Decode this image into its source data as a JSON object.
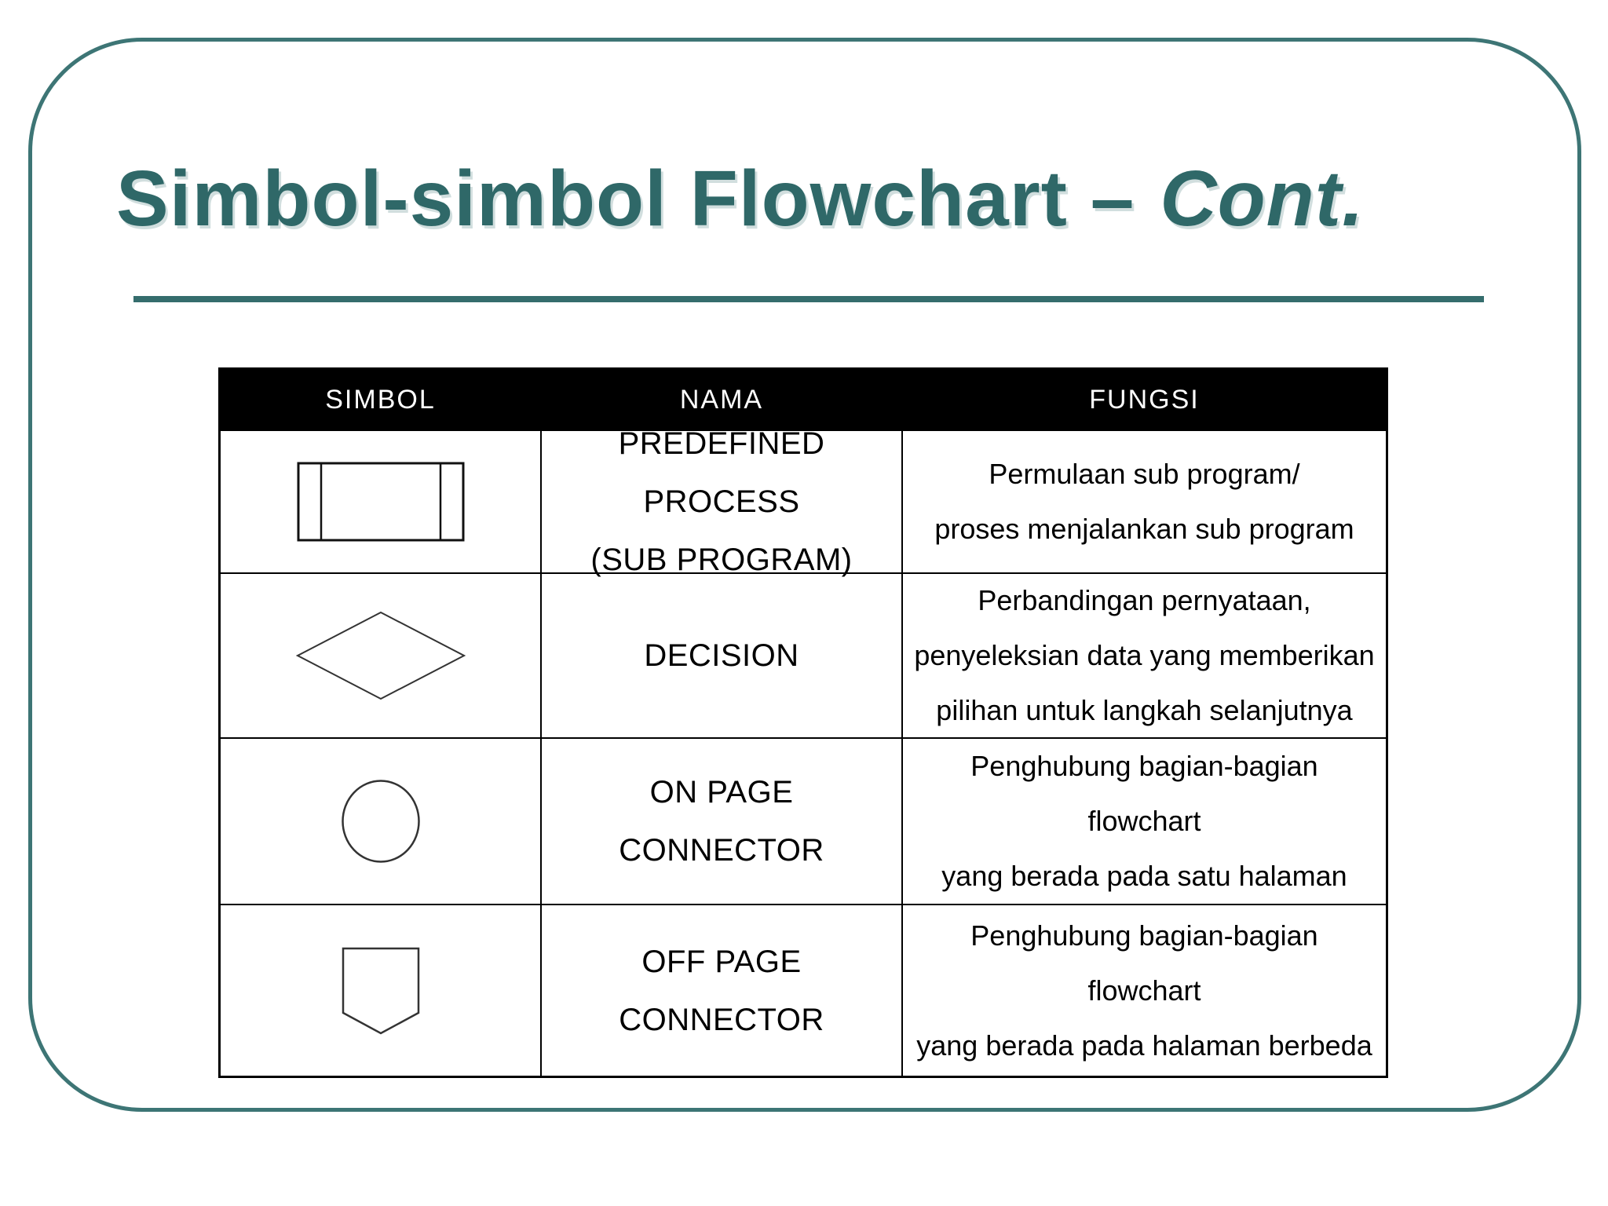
{
  "title": {
    "main": "Simbol-simbol Flowchart –",
    "cont": "Cont."
  },
  "table": {
    "headers": [
      "SIMBOL",
      "NAMA",
      "FUNGSI"
    ],
    "rows": [
      {
        "symbol": "predefined-process",
        "nama": [
          "PREDEFINED PROCESS",
          "(SUB PROGRAM)"
        ],
        "fungsi": [
          "Permulaan sub program/",
          "proses menjalankan sub program"
        ]
      },
      {
        "symbol": "decision",
        "nama": [
          "DECISION"
        ],
        "fungsi": [
          "Perbandingan pernyataan,",
          "penyeleksian data yang memberikan",
          "pilihan untuk langkah selanjutnya"
        ]
      },
      {
        "symbol": "on-page-connector",
        "nama": [
          "ON PAGE",
          "CONNECTOR"
        ],
        "fungsi": [
          "Penghubung bagian-bagian",
          "flowchart",
          "yang berada pada satu halaman"
        ]
      },
      {
        "symbol": "off-page-connector",
        "nama": [
          "OFF PAGE",
          "CONNECTOR"
        ],
        "fungsi": [
          "Penghubung bagian-bagian",
          "flowchart",
          "yang berada pada halaman berbeda"
        ]
      }
    ]
  },
  "colors": {
    "title": "#2f6868",
    "frame_border": "#3d7575",
    "underline": "#356d6d",
    "header_bg": "#000000",
    "header_text": "#ffffff",
    "table_border": "#000000",
    "text": "#000000"
  }
}
